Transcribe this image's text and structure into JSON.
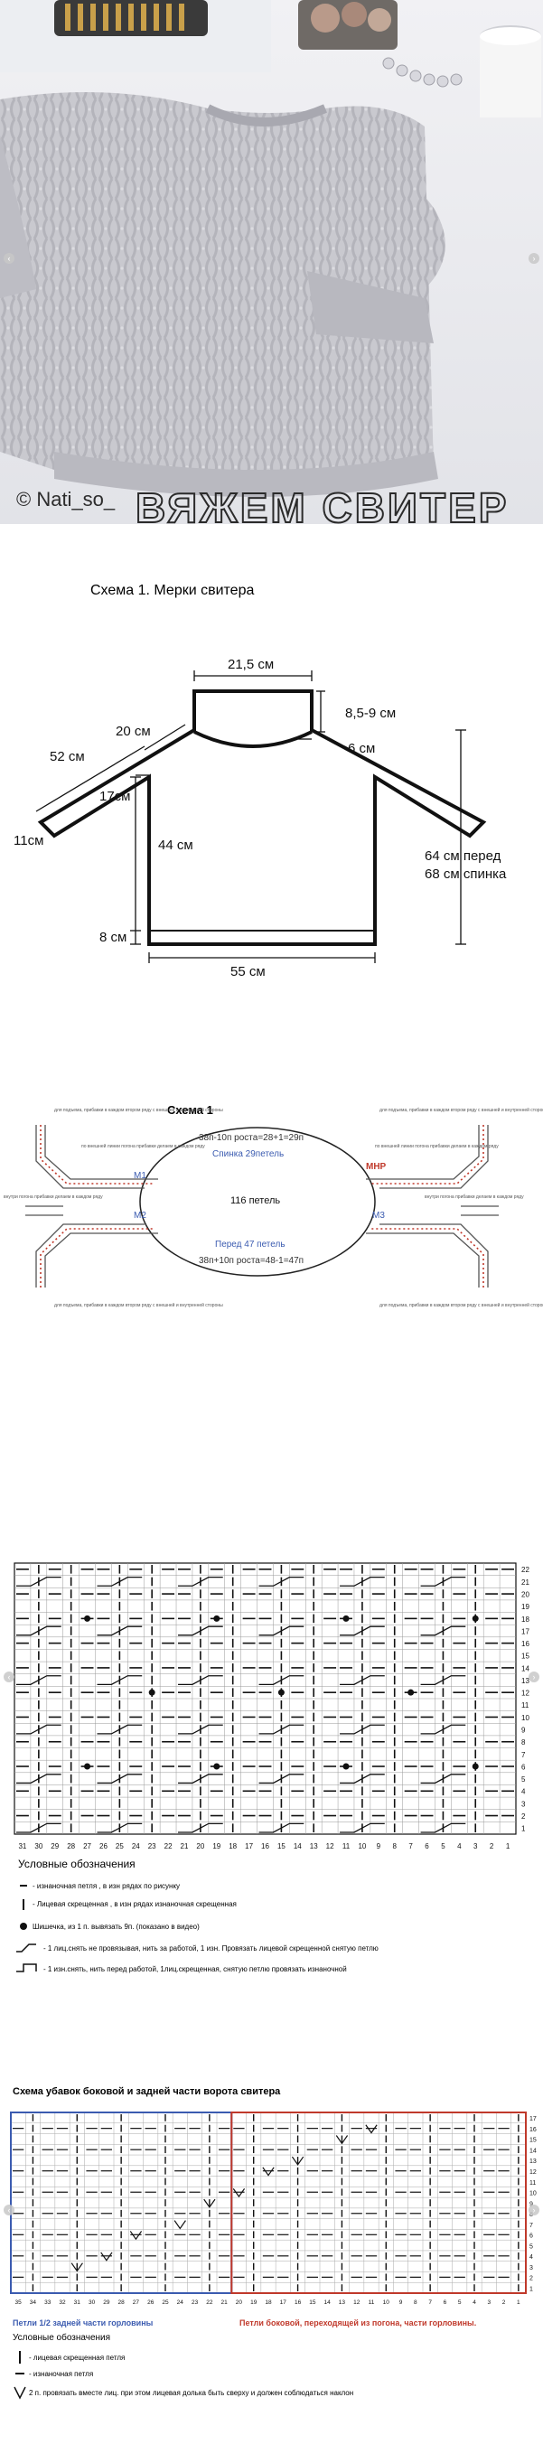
{
  "photo": {
    "watermark": "© Nati_so_",
    "banner": "ВЯЖЕМ СВИТЕР"
  },
  "measurements": {
    "title": "Схема 1. Мерки свитера",
    "labels": {
      "neck_width": "21,5 см",
      "collar_height": "8,5-9 см",
      "neck_drop": "6 см",
      "shoulder_line": "20 см",
      "sleeve_length": "52 см",
      "upper_arm": "17см",
      "cuff": "11см",
      "body_length": "44 см",
      "hem": "8 см",
      "total_front": "64 см перед",
      "total_back": "68 см спинка",
      "width": "55 см"
    }
  },
  "raglan": {
    "title": "Схема 1",
    "circle_center": "116 петель",
    "back_count": "38п-10п роста=28+1=29п",
    "back_label": "Спинка 29петель",
    "front_label": "Перед 47 петель",
    "front_count": "38п+10п роста=48-1=47п",
    "markers": [
      "M1",
      "M2",
      "M3"
    ],
    "mhp": "МНР",
    "note_shoulder": "для подъема, прибавки в каждом втором ряду с внешней и внутренней стороны",
    "note_inner": "по внешней линии погона прибавки делаем в каждом ряду",
    "note_sleeve": "внутри погона прибавки делаем в каждом ряду"
  },
  "cable_chart": {
    "row_numbers": [
      "22",
      "21",
      "20",
      "19",
      "18",
      "17",
      "16",
      "15",
      "14",
      "13",
      "12",
      "11",
      "10",
      "9",
      "8",
      "7",
      "6",
      "5",
      "4",
      "3",
      "2",
      "1"
    ],
    "col_numbers": [
      "31",
      "30",
      "29",
      "28",
      "27",
      "26",
      "25",
      "24",
      "23",
      "22",
      "21",
      "20",
      "19",
      "18",
      "17",
      "16",
      "15",
      "14",
      "13",
      "12",
      "11",
      "10",
      "9",
      "8",
      "7",
      "6",
      "5",
      "4",
      "3",
      "2",
      "1"
    ],
    "legend_title": "Условные обозначения",
    "legend": [
      "- изнаночная петля , в изн рядах по рисунку",
      "- Лицевая скрещенная , в изн рядах изнаночная скрещенная",
      "Шишечка, из 1 п. вывязать 9п. (показано в видео)",
      "- 1 лиц.снять не провязывая, нить за работой, 1 изн. Провязать лицевой скрещенной снятую петлю",
      "- 1 изн.снять, нить перед работой, 1лиц.скрещенная, снятую петлю провязать изнаночной"
    ]
  },
  "neck_chart": {
    "title": "Схема убавок боковой и задней части ворота свитера",
    "row_numbers": [
      "17",
      "16",
      "15",
      "14",
      "13",
      "12",
      "11",
      "10",
      "9",
      "8",
      "7",
      "6",
      "5",
      "4",
      "3",
      "2",
      "1"
    ],
    "col_numbers": [
      "35",
      "34",
      "33",
      "32",
      "31",
      "30",
      "29",
      "28",
      "27",
      "26",
      "25",
      "24",
      "23",
      "22",
      "21",
      "20",
      "19",
      "18",
      "17",
      "16",
      "15",
      "14",
      "13",
      "12",
      "11",
      "10",
      "9",
      "8",
      "7",
      "6",
      "5",
      "4",
      "3",
      "2",
      "1"
    ],
    "caption_left": "Петли 1/2 задней части горловины",
    "caption_right": "Петли боковой, переходящей из погона, части горловины.",
    "legend_title": "Условные обозначения",
    "legend": [
      "- лицевая скрещенная петля",
      "- изнаночная петля",
      "2 п. провязать вместе лиц. при этом лицевая долька быть сверху и должен соблюдаться наклон"
    ],
    "colors": {
      "left_frame": "#3b5bb0",
      "right_frame": "#c0392b"
    }
  }
}
